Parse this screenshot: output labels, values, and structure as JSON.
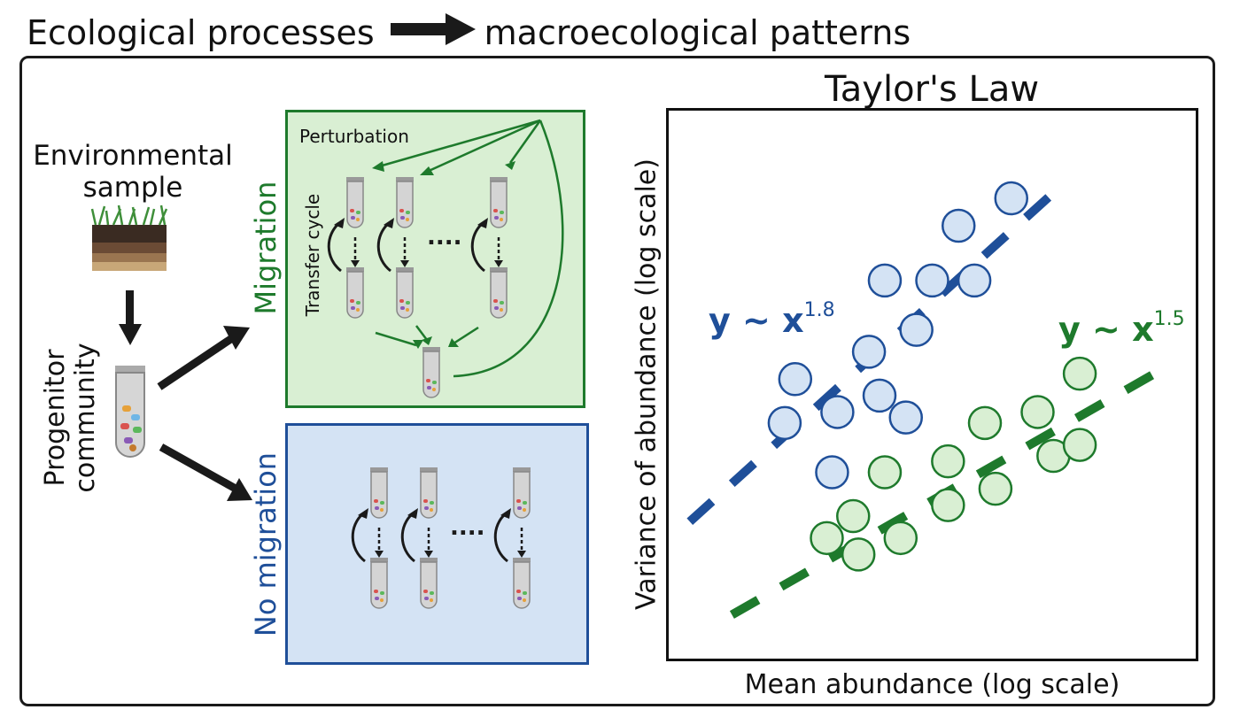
{
  "header": {
    "left": "Ecological processes",
    "right": "macroecological patterns"
  },
  "left_panel": {
    "sample_line1": "Environmental",
    "sample_line2": "sample",
    "progenitor_line1": "Progenitor",
    "progenitor_line2": "community"
  },
  "migration_panel": {
    "label": "Migration",
    "perturbation": "Perturbation",
    "transfer_cycle": "Transfer cycle",
    "ellipsis": "....",
    "colors": {
      "fill": "#d9efd3",
      "border": "#1e7a2c"
    }
  },
  "no_migration_panel": {
    "label": "No migration",
    "ellipsis": "....",
    "colors": {
      "fill": "#d4e3f4",
      "border": "#1f4f99"
    }
  },
  "chart_data": {
    "type": "scatter",
    "title": "Taylor's Law",
    "xlabel": "Mean abundance (log scale)",
    "ylabel": "Variance of abundance (log scale)",
    "xscale": "log",
    "yscale": "log",
    "grid": false,
    "axis_ticks": false,
    "series": [
      {
        "equation_base": "y ~ x",
        "exponent": "1.8",
        "color": "#1f4f99",
        "fill": "#d4e3f4",
        "points": [
          {
            "x": 0.22,
            "y": 0.43
          },
          {
            "x": 0.31,
            "y": 0.34
          },
          {
            "x": 0.24,
            "y": 0.51
          },
          {
            "x": 0.38,
            "y": 0.56
          },
          {
            "x": 0.45,
            "y": 0.44
          },
          {
            "x": 0.32,
            "y": 0.45
          },
          {
            "x": 0.4,
            "y": 0.48
          },
          {
            "x": 0.47,
            "y": 0.6
          },
          {
            "x": 0.41,
            "y": 0.69
          },
          {
            "x": 0.5,
            "y": 0.69
          },
          {
            "x": 0.58,
            "y": 0.69
          },
          {
            "x": 0.55,
            "y": 0.79
          },
          {
            "x": 0.65,
            "y": 0.84
          }
        ],
        "fit_line": {
          "x": [
            0.04,
            0.73
          ],
          "y": [
            0.25,
            0.85
          ]
        }
      },
      {
        "equation_base": "y ~ x",
        "exponent": "1.5",
        "color": "#1e7a2c",
        "fill": "#d9efd3",
        "points": [
          {
            "x": 0.35,
            "y": 0.26
          },
          {
            "x": 0.36,
            "y": 0.19
          },
          {
            "x": 0.3,
            "y": 0.22
          },
          {
            "x": 0.44,
            "y": 0.22
          },
          {
            "x": 0.53,
            "y": 0.28
          },
          {
            "x": 0.41,
            "y": 0.34
          },
          {
            "x": 0.53,
            "y": 0.36
          },
          {
            "x": 0.62,
            "y": 0.31
          },
          {
            "x": 0.6,
            "y": 0.43
          },
          {
            "x": 0.7,
            "y": 0.45
          },
          {
            "x": 0.73,
            "y": 0.37
          },
          {
            "x": 0.78,
            "y": 0.39
          },
          {
            "x": 0.78,
            "y": 0.52
          }
        ],
        "fit_line": {
          "x": [
            0.12,
            0.94
          ],
          "y": [
            0.08,
            0.53
          ]
        }
      }
    ]
  }
}
